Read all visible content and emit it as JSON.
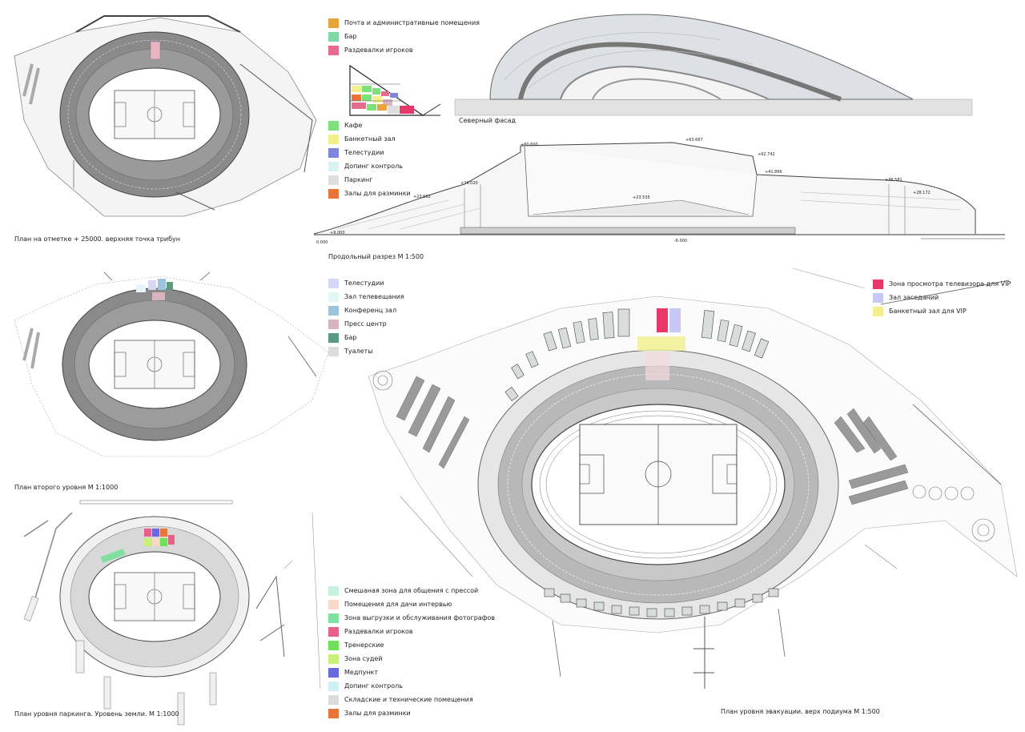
{
  "captions": {
    "plan_top": "План на отметке + 25000. верхняя точка трибун",
    "facade": "Северный фасад",
    "section": "Продольный разрез М 1:500",
    "plan_second": "План второго уровня М 1:1000",
    "plan_parking": "План уровня паркинга. Уровень земли. М 1:1000",
    "plan_evacuation": "План уровня эвакуации. верх подиума М 1:500"
  },
  "legend_top": [
    {
      "label": "Почта и административные помещения",
      "color": "#e8a33a"
    },
    {
      "label": "Бар",
      "color": "#7fd9a6"
    },
    {
      "label": "Раздевалки игроков",
      "color": "#e86b8f"
    }
  ],
  "legend_mid": [
    {
      "label": "Кафе",
      "color": "#7ee07a"
    },
    {
      "label": "Банкетный зал",
      "color": "#f1f08c"
    },
    {
      "label": "Телестудии",
      "color": "#7f86e0"
    },
    {
      "label": "Допинг контроль",
      "color": "#d8f2f6"
    },
    {
      "label": "Паркинг",
      "color": "#dedede"
    },
    {
      "label": "Залы для разминки",
      "color": "#e8743a"
    }
  ],
  "legend_second": [
    {
      "label": "Телестудии",
      "color": "#d4d8f4"
    },
    {
      "label": "Зал телевещания",
      "color": "#e4f6f8"
    },
    {
      "label": "Конференц зал",
      "color": "#9cc4dc"
    },
    {
      "label": "Пресс центр",
      "color": "#d8b4c0"
    },
    {
      "label": "Бар",
      "color": "#5a9a80"
    },
    {
      "label": "Туалеты",
      "color": "#dcdcdc"
    }
  ],
  "legend_vip": [
    {
      "label": "Зона просмотра телевизора для VIP",
      "color": "#e8386a"
    },
    {
      "label": "Зал заседаний",
      "color": "#c8c8f4"
    },
    {
      "label": "Банкетный зал для VIP",
      "color": "#f1f08c"
    }
  ],
  "legend_parking": [
    {
      "label": "Смешаная зона для общения с прессой",
      "color": "#c8f0dc"
    },
    {
      "label": "Помещения для дачи интервью",
      "color": "#f8d8c8"
    },
    {
      "label": "Зона выгрузки и обслуживания фотографов",
      "color": "#7fe0a0"
    },
    {
      "label": "Раздевалки игроков",
      "color": "#e8608a"
    },
    {
      "label": "Тренерские",
      "color": "#6ee05a"
    },
    {
      "label": "Зона судей",
      "color": "#c8f078"
    },
    {
      "label": "Медпункт",
      "color": "#6a6ae0"
    },
    {
      "label": "Допинг контроль",
      "color": "#d0f0f6"
    },
    {
      "label": "Складские и технические помещения",
      "color": "#dcdcdc"
    },
    {
      "label": "Залы для разминки",
      "color": "#e8743a"
    }
  ],
  "elevations": [
    "+63.667",
    "+62.742",
    "+60.600",
    "+41.866",
    "+34.020",
    "+36.581",
    "+23.535",
    "+23.662",
    "+28.172",
    "+9.000",
    "0.000",
    "-6.000"
  ]
}
